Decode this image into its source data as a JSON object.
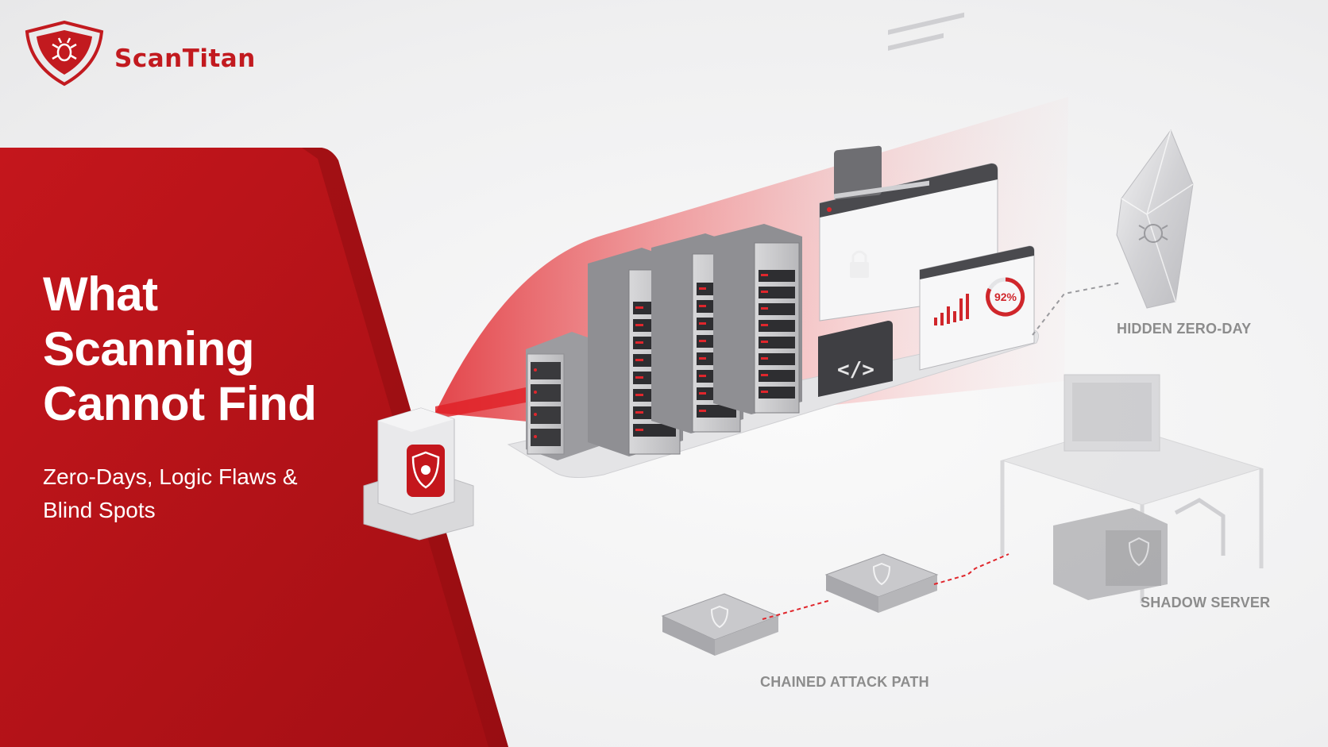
{
  "brand": {
    "name": "ScanTitan"
  },
  "hero": {
    "headline_lines": [
      "What",
      "Scanning",
      "Cannot Find"
    ],
    "subhead_lines": [
      "Zero-Days, Logic Flaws &",
      "Blind Spots"
    ]
  },
  "scene": {
    "dashboard_percent": "92%",
    "labels": {
      "hidden_zero_day": "HIDDEN ZERO-DAY",
      "shadow_server": "SHADOW SERVER",
      "chained_attack_path": "CHAINED ATTACK PATH"
    }
  },
  "colors": {
    "brand_red": "#c21a1f",
    "panel_red": "#b81419",
    "background": "#f1f1f2",
    "muted_text": "#8c8c8c"
  },
  "icons": [
    "shield-bug-icon",
    "lock-icon",
    "code-icon",
    "bug-icon",
    "bar-chart-icon"
  ]
}
